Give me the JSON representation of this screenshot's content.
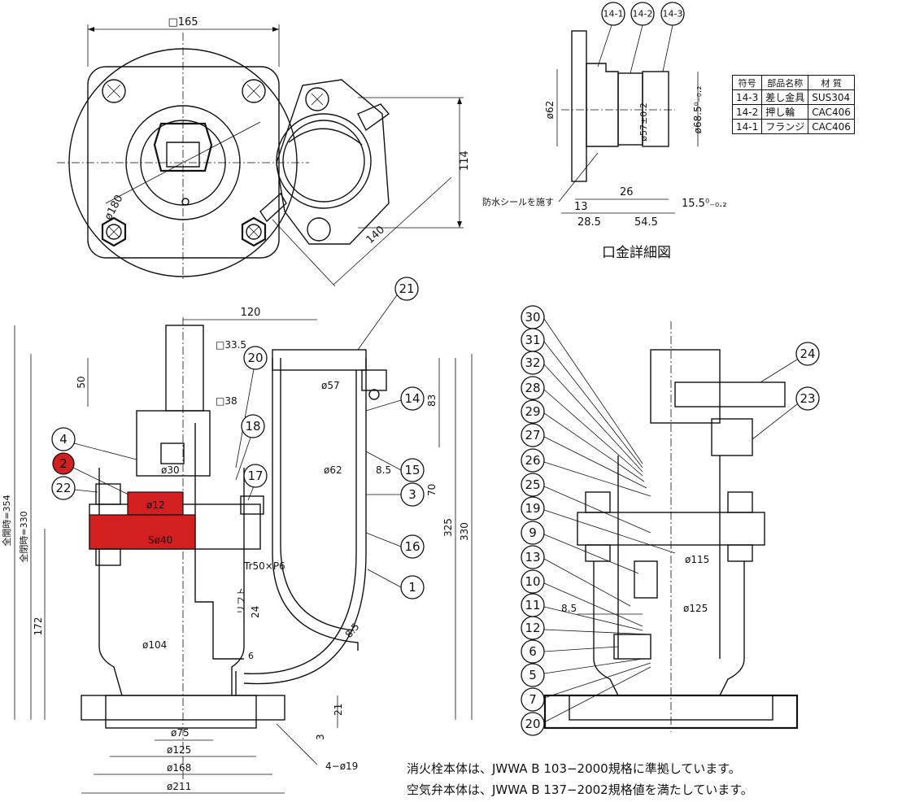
{
  "detail": {
    "title": "口金詳細図",
    "table": {
      "headers": [
        "符号",
        "部品名称",
        "材 質"
      ],
      "rows": [
        [
          "14-3",
          "差し金具",
          "SUS304"
        ],
        [
          "14-2",
          "押し輪",
          "CAC406"
        ],
        [
          "14-1",
          "フランジ",
          "CAC406"
        ]
      ]
    },
    "balloons": [
      "14-1",
      "14-2",
      "14-3"
    ],
    "dims": {
      "d62": "ø62",
      "d57": "ø57±0.2",
      "d68": "ø68.5⁰₋₀.₂",
      "n13": "13",
      "n26": "26",
      "n155": "15.5⁰₋₀.₂",
      "n285": "28.5",
      "n545": "54.5"
    },
    "seal_note": "防水シールを施す"
  },
  "top_view": {
    "dims": {
      "sq165": "□165",
      "d180": "ø180",
      "n114": "114",
      "n140": "140"
    }
  },
  "front_view": {
    "dims": {
      "n120": "120",
      "sq335": "□33.5",
      "n50": "50",
      "sq38": "□38",
      "d30": "ø30",
      "d12": "ø12",
      "sd40": "Sø40",
      "thread": "Tr50×P6",
      "lift": "リフト",
      "n24": "24",
      "d104": "ø104",
      "n6": "6",
      "n172": "172",
      "open354": "全開時=354",
      "closed330": "全閉時=330",
      "d57": "ø57",
      "n83": "83",
      "d62": "ø62",
      "n85": "8.5",
      "n70": "70",
      "n325": "325",
      "n330": "330",
      "n85b": "8.5",
      "n21": "21",
      "n3": "3",
      "d75": "ø75",
      "d125": "ø125",
      "d168": "ø168",
      "d211": "ø211",
      "holes": "4−ø19"
    },
    "balloons": [
      "21",
      "20",
      "18",
      "17",
      "14",
      "15",
      "3",
      "16",
      "1",
      "4",
      "2",
      "22"
    ],
    "highlight_balloon": "2"
  },
  "side_view": {
    "balloons": [
      "30",
      "31",
      "32",
      "28",
      "29",
      "27",
      "26",
      "25",
      "19",
      "9",
      "13",
      "10",
      "11",
      "12",
      "6",
      "5",
      "7",
      "20",
      "24",
      "23"
    ],
    "dims": {
      "d115": "ø115",
      "n85": "8.5",
      "d125": "ø125"
    }
  },
  "notes": [
    "消火栓本体は、JWWA B 103−2000規格に準拠しています。",
    "空気弁本体は、JWWA B 137−2002規格値を満たしています。"
  ],
  "colors": {
    "highlight": "#d31f1f",
    "ink": "#111111",
    "paper": "#ffffff"
  }
}
